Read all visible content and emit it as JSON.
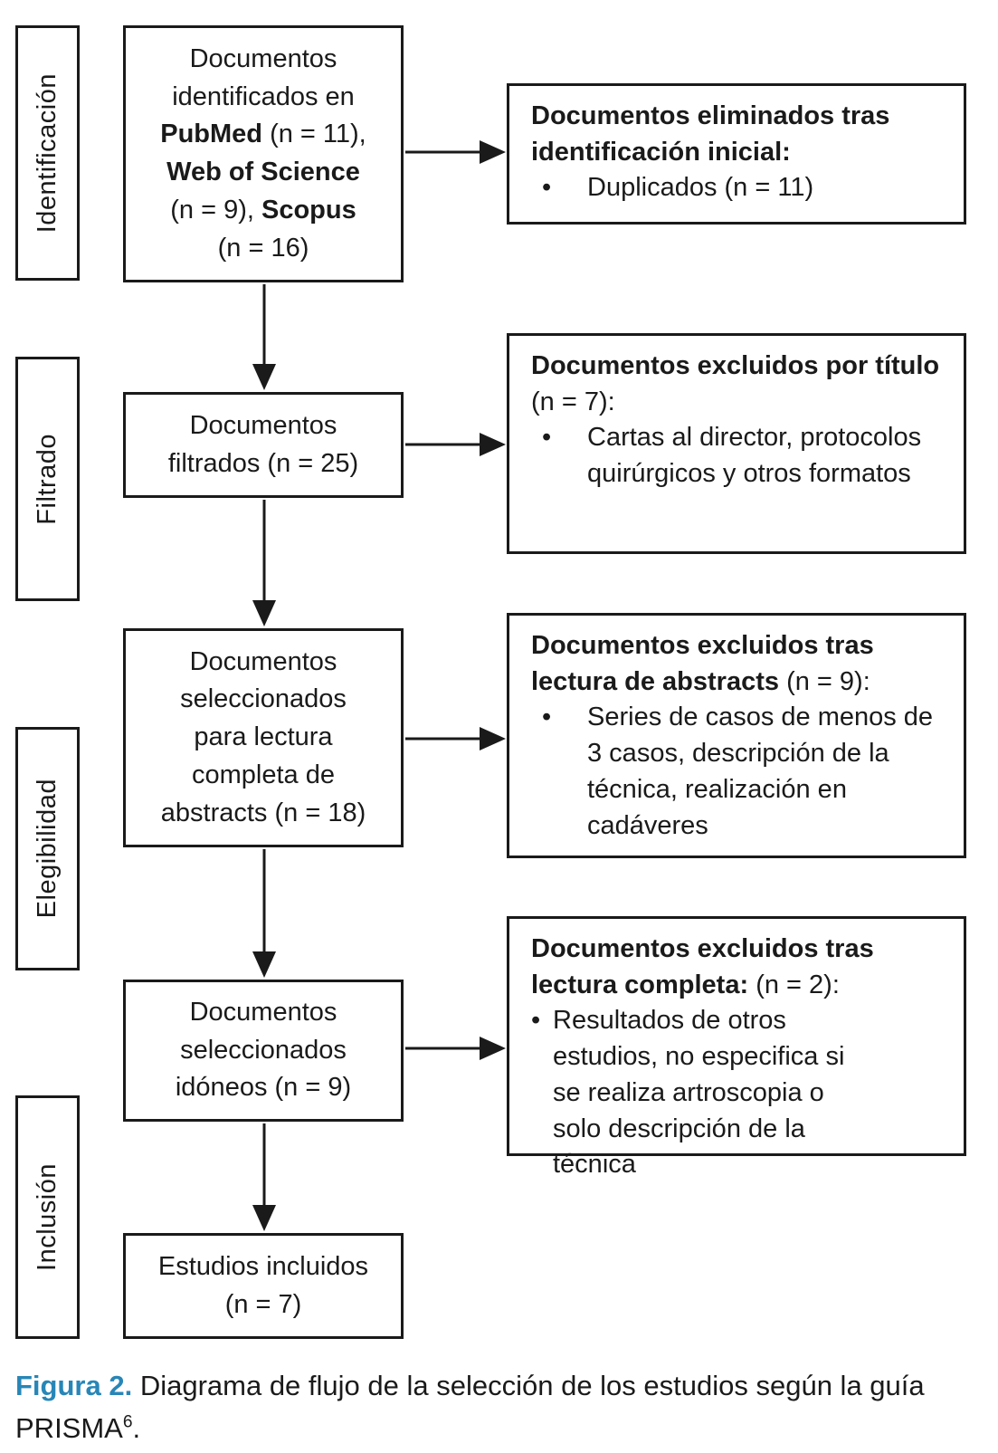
{
  "colors": {
    "accent_blue": "#2886b7",
    "ink": "#1a1a1a"
  },
  "bullet_char": "•",
  "stages": [
    {
      "label": "Identificación"
    },
    {
      "label": "Filtrado"
    },
    {
      "label": "Elegibilidad"
    },
    {
      "label": "Inclusión"
    }
  ],
  "flow_boxes": [
    {
      "name": "documentos-identificados",
      "lines": [
        [
          {
            "t": "Documentos"
          }
        ],
        [
          {
            "t": "identificados en"
          }
        ],
        [
          {
            "t": "PubMed",
            "b": 1
          },
          {
            "t": " (n = 11),"
          }
        ],
        [
          {
            "t": "Web of Science",
            "b": 1
          }
        ],
        [
          {
            "t": "(n = 9), "
          },
          {
            "t": "Scopus",
            "b": 1
          }
        ],
        [
          {
            "t": "(n = 16)"
          }
        ]
      ]
    },
    {
      "name": "documentos-filtrados",
      "lines": [
        [
          {
            "t": "Documentos"
          }
        ],
        [
          {
            "t": "filtrados (n = 25)"
          }
        ]
      ]
    },
    {
      "name": "documentos-seleccionados-abstracts",
      "lines": [
        [
          {
            "t": "Documentos"
          }
        ],
        [
          {
            "t": "seleccionados"
          }
        ],
        [
          {
            "t": "para lectura"
          }
        ],
        [
          {
            "t": "completa de"
          }
        ],
        [
          {
            "t": "abstracts (n = 18)"
          }
        ]
      ]
    },
    {
      "name": "documentos-seleccionados-idoneos",
      "lines": [
        [
          {
            "t": "Documentos"
          }
        ],
        [
          {
            "t": "seleccionados"
          }
        ],
        [
          {
            "t": "idóneos (n = 9)"
          }
        ]
      ]
    },
    {
      "name": "estudios-incluidos",
      "lines": [
        [
          {
            "t": "Estudios incluidos"
          }
        ],
        [
          {
            "t": "(n = 7)"
          }
        ]
      ]
    }
  ],
  "exclusion_boxes": [
    {
      "name": "eliminados-identificacion-inicial",
      "title": [
        {
          "t": "Documentos eliminados tras identificación inicial:",
          "b": 1
        }
      ],
      "bullets": [
        "Duplicados (n = 11)"
      ],
      "tight": false
    },
    {
      "name": "excluidos-por-titulo",
      "title": [
        {
          "t": "Documentos excluidos por título",
          "b": 1
        },
        {
          "t": " (n = 7):"
        }
      ],
      "bullets": [
        "Cartas al director, protocolos quirúrgicos y otros formatos"
      ],
      "tight": false
    },
    {
      "name": "excluidos-tras-abstracts",
      "title": [
        {
          "t": "Documentos excluidos tras lectura de abstracts",
          "b": 1
        },
        {
          "t": " (n = 9):"
        }
      ],
      "bullets": [
        "Series de casos de menos de 3 casos, descripción de la técnica, realización en cadáveres"
      ],
      "tight": false
    },
    {
      "name": "excluidos-tras-lectura-completa",
      "title": [
        {
          "t": "Documentos excluidos tras lectura completa:",
          "b": 1
        },
        {
          "t": " (n = 2):"
        }
      ],
      "bullets": [
        "Resultados de otros estudios, no especifica si se realiza artroscopia o solo descripción de la técnica"
      ],
      "tight": true
    }
  ],
  "caption": {
    "label": "Figura 2.",
    "text": " Diagrama de flujo de la selección de los estudios según la guía PRISMA",
    "superscript": "6",
    "tail": "."
  }
}
